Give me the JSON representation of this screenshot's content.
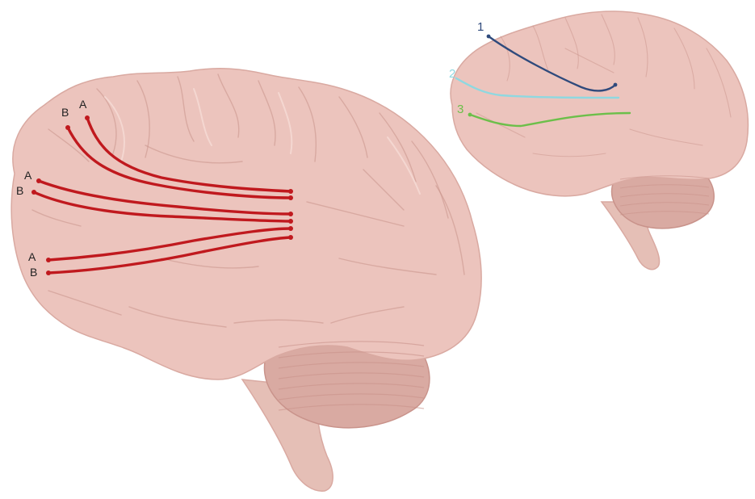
{
  "colors": {
    "brain_fill": "#ecc4bd",
    "brain_stroke": "#d9a9a1",
    "brain_fold": "#c9938b",
    "brain_highlight": "#f6dcd6",
    "cerebellum": "#d9aaa2",
    "brainstem": "#e5bfb6",
    "tract_red": "#c0191e",
    "tract_1": "#2f4a7c",
    "tract_2": "#8fd8e0",
    "tract_3": "#6cbf4a"
  },
  "large_brain": {
    "labels": {
      "top_b": "B",
      "top_a": "A",
      "mid_a": "A",
      "mid_b": "B",
      "low_a": "A",
      "low_b": "B"
    }
  },
  "small_brain": {
    "labels": {
      "tract1": "1",
      "tract2": "2",
      "tract3": "3"
    }
  }
}
